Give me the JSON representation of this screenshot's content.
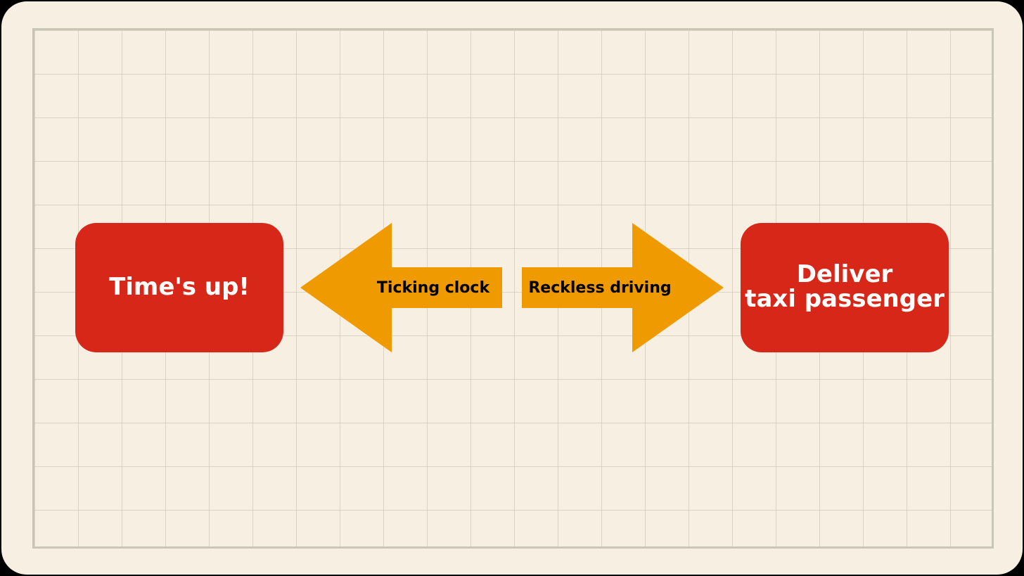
{
  "diagram": {
    "left_box": {
      "label": "Time's up!"
    },
    "right_box": {
      "label_line1": "Deliver",
      "label_line2": "taxi passenger"
    },
    "left_arrow": {
      "label": "Ticking clock"
    },
    "right_arrow": {
      "label": "Reckless driving"
    }
  },
  "colors": {
    "box_fill": "#d62718",
    "arrow_fill": "#ef9b00",
    "background": "#f6efe2",
    "frame_border": "#c9c6b6"
  }
}
